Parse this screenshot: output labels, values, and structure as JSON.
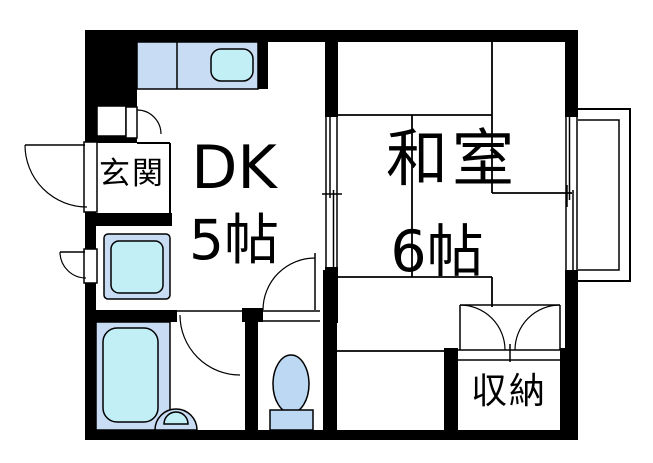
{
  "plan": {
    "title": "1DK apartment floor plan",
    "rooms": {
      "genkan": {
        "label": "玄関"
      },
      "dk": {
        "label": "DK",
        "size": "5帖"
      },
      "washitsu": {
        "label": "和室",
        "size": "6帖"
      },
      "storage": {
        "label": "収納"
      }
    },
    "colors": {
      "wall": "#000000",
      "floor": "#ffffff",
      "counter": "#c8dcf4",
      "fixture": "#c2eef6",
      "toilet": "#bcd8f2"
    },
    "fixtures": [
      "kitchen-counter",
      "kitchen-sink",
      "washing-machine",
      "bathtub",
      "washbasin",
      "toilet"
    ],
    "features": [
      "entrance-door",
      "shoe-closet-door",
      "bathroom-door",
      "toilet-door",
      "storage-double-door",
      "sliding-door",
      "sliding-window",
      "balcony",
      "tatami-6"
    ]
  }
}
